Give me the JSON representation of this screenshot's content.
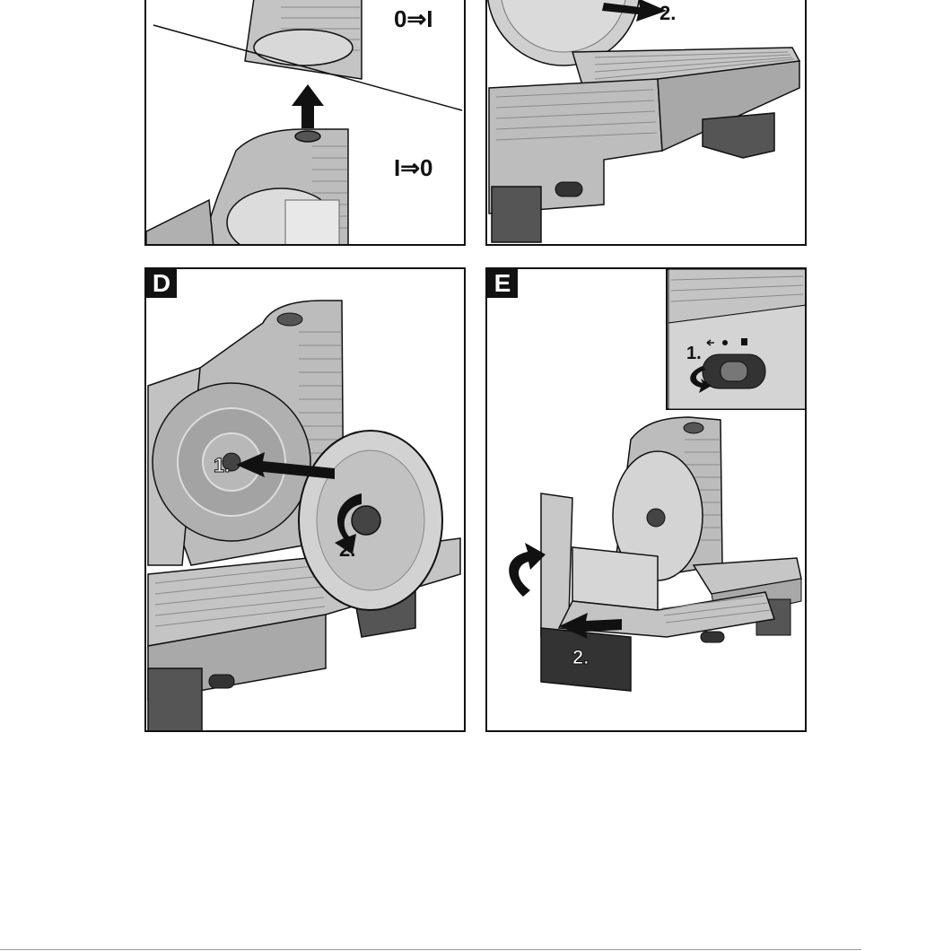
{
  "panels": {
    "b": {
      "label_on": "0⇒I",
      "label_off": "I⇒0"
    },
    "c": {
      "step_2": "2."
    },
    "d": {
      "letter": "D",
      "step_1": "1.",
      "step_2": "2."
    },
    "e": {
      "letter": "E",
      "step_1": "1.",
      "step_2": "2."
    }
  },
  "colors": {
    "metal": "#c8c8c8",
    "metal_dark": "#8a8a8a",
    "body": "#b5b5b5",
    "foot": "#555555",
    "outline": "#111111",
    "background": "#ffffff"
  },
  "icons": [
    "up-arrow-icon",
    "curved-arrow-icon",
    "straight-arrow-icon",
    "lock-icon",
    "switch-icon"
  ]
}
